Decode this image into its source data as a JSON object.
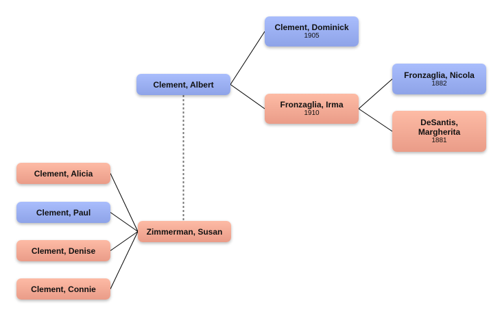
{
  "diagram": {
    "type": "family-tree",
    "colors": {
      "male": "#9db1f4",
      "female": "#f6ab95",
      "line": "#000000",
      "spouse_line": "#777777"
    },
    "people": [
      {
        "id": "albert",
        "name": "Clement, Albert",
        "year": "",
        "gender": "male"
      },
      {
        "id": "dominick",
        "name": "Clement, Dominick",
        "year": "1905",
        "gender": "male"
      },
      {
        "id": "irma",
        "name": "Fronzaglia, Irma",
        "year": "1910",
        "gender": "female"
      },
      {
        "id": "nicola",
        "name": "Fronzaglia, Nicola",
        "year": "1882",
        "gender": "male"
      },
      {
        "id": "margherita",
        "name": "DeSantis, Margherita",
        "year": "1881",
        "gender": "female"
      },
      {
        "id": "susan",
        "name": "Zimmerman, Susan",
        "year": "",
        "gender": "female"
      },
      {
        "id": "alicia",
        "name": "Clement, Alicia",
        "year": "",
        "gender": "female"
      },
      {
        "id": "paul",
        "name": "Clement, Paul",
        "year": "",
        "gender": "male"
      },
      {
        "id": "denise",
        "name": "Clement, Denise",
        "year": "",
        "gender": "female"
      },
      {
        "id": "connie",
        "name": "Clement, Connie",
        "year": "",
        "gender": "female"
      }
    ],
    "parent_links": [
      {
        "child": "albert",
        "parent": "dominick"
      },
      {
        "child": "albert",
        "parent": "irma"
      },
      {
        "child": "irma",
        "parent": "nicola"
      },
      {
        "child": "irma",
        "parent": "margherita"
      },
      {
        "child": "alicia",
        "parent": "susan"
      },
      {
        "child": "paul",
        "parent": "susan"
      },
      {
        "child": "denise",
        "parent": "susan"
      },
      {
        "child": "connie",
        "parent": "susan"
      }
    ],
    "spouse_links": [
      {
        "a": "albert",
        "b": "susan"
      }
    ]
  }
}
